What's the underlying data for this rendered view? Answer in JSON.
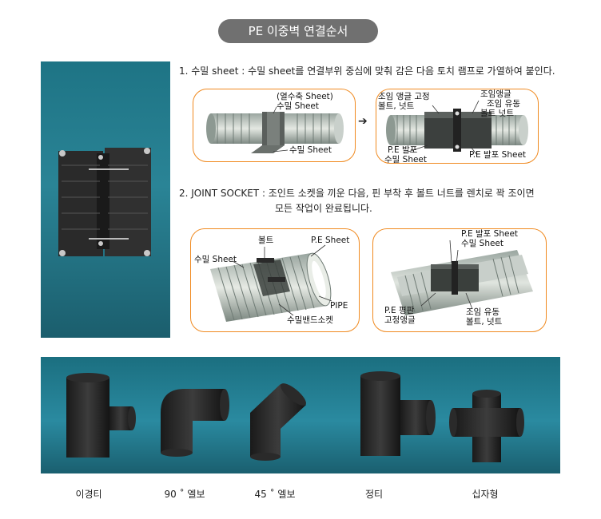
{
  "title": "PE 이중벽 연결순서",
  "step1": {
    "text": "1. 수밀 sheet : 수밀 sheet를 연결부위 중심에 맞춰 감은 다음 토치 램프로 가열하여 붙인다.",
    "panel_a": {
      "label_top": "(열수축 Sheet)",
      "label_mid": "수밀 Sheet",
      "label_bottom": "수밀 Sheet"
    },
    "panel_b": {
      "label_a1": "조임 앵글 고정",
      "label_a2": "볼트, 넛트",
      "label_b1": "조임앵글",
      "label_b2": "조임 유동",
      "label_b3": "볼트 넛트",
      "label_c1": "P.E 발포",
      "label_c2": "수밀 Sheet",
      "label_d": "P.E 발포 Sheet"
    }
  },
  "step2": {
    "line1": "2. JOINT SOCKET : 조인트 소켓을 끼운 다음, 핀 부착 후 볼트 너트를 렌치로 꽉 조이면",
    "line2": "모든 작업이 완료됩니다.",
    "panel_a": {
      "label_bolt": "볼트",
      "label_pe": "P.E Sheet",
      "label_seal": "수밀 Sheet",
      "label_pipe": "PIPE",
      "label_band": "수밀밴드소켓"
    },
    "panel_b": {
      "label_top1": "P.E 발포 Sheet",
      "label_top2": "수밀 Sheet",
      "label_l1": "P.E 평판",
      "label_l2": "고정앵글",
      "label_r1": "조임 유동",
      "label_r2": "볼트, 넛트"
    }
  },
  "fittings": [
    {
      "name": "이경티"
    },
    {
      "name": "90 ˚ 엘보"
    },
    {
      "name": "45 ˚ 엘보"
    },
    {
      "name": "정티"
    },
    {
      "name": "십자형"
    }
  ],
  "colors": {
    "accent": "#f08a20",
    "pill": "#707070",
    "teal": "#2a8496"
  }
}
